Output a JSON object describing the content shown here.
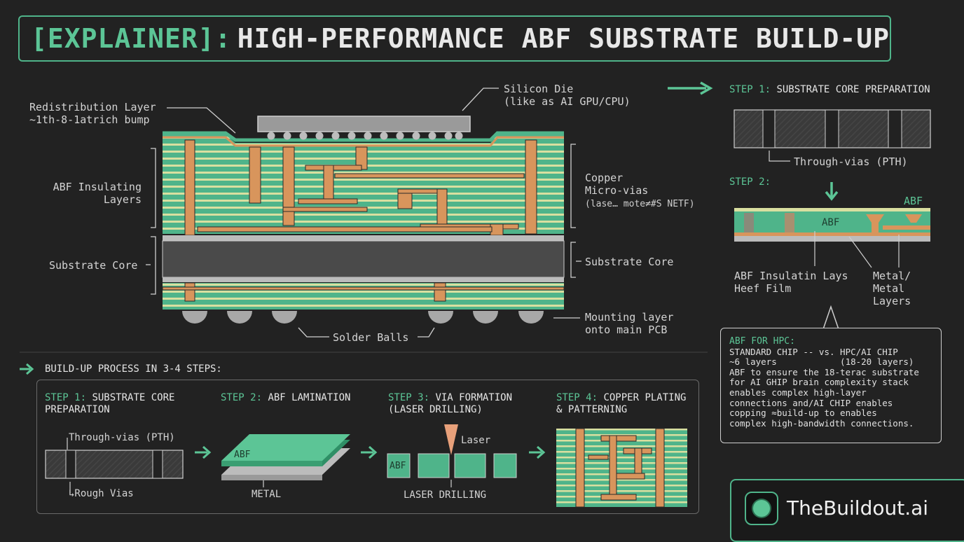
{
  "title": {
    "tag": "[EXPLAINER]:",
    "main": "HIGH-PERFORMANCE ABF SUBSTRATE BUILD-UP"
  },
  "main_diagram": {
    "silicon_die": [
      "Silicon Die",
      "(like as AI GPU/CPU)"
    ],
    "rdl": [
      "Redistribution Layer",
      "~1th-8-1atrich bump"
    ],
    "abf_layers": [
      "ABF Insulating",
      "Layers"
    ],
    "copper_vias": [
      "Copper",
      "Micro-vias",
      "(lase… mote≠#S NETF)"
    ],
    "substrate_core_left": "Substrate Core",
    "substrate_core_right": "Substrate Core",
    "mounting": [
      "Mounting layer",
      "onto main PCB"
    ],
    "solder_balls": "Solder Balls"
  },
  "right_panel": {
    "step1": {
      "num": "STEP 1:",
      "text": "SUBSTRATE CORE PREPARATION"
    },
    "through_vias": "Through-vias (PTH)",
    "step2": {
      "num": "STEP 2:"
    },
    "abf_top": "ABF",
    "abf_inner": "ABF",
    "abf_film": [
      "ABF Insulatin Lays",
      "Heef Film"
    ],
    "metal": [
      "Metal/",
      "Metal",
      "Layers"
    ]
  },
  "hpc_box": {
    "heading": "ABF FOR HPC:",
    "lines": [
      "STANDARD CHIP -- vs. HPC/AI CHIP",
      "~6 layers            (18-20 layers)",
      "ABF to ensure the 18-terac substrate",
      "for AI GHIP brain complexity stack",
      "enables complex high-layer",
      "connections and/AI CHIP enables",
      "copping ≈build-up to enables",
      "complex high-bandwidth connections."
    ]
  },
  "process": {
    "heading": "BUILD-UP PROCESS IN 3-4 STEPS:",
    "steps": [
      {
        "num": "STEP 1:",
        "text": "SUBSTRATE CORE",
        "text2": "PREPARATION"
      },
      {
        "num": "STEP 2:",
        "text": "ABF LAMINATION",
        "text2": ""
      },
      {
        "num": "STEP 3:",
        "text": "VIA FORMATION",
        "text2": "(LASER DRILLING)"
      },
      {
        "num": "STEP 4:",
        "text": "COPPER PLATING",
        "text2": "& PATTERNING"
      }
    ],
    "through_vias": "Through-vias (PTH)",
    "rough_vias": "↳Rough Vias",
    "abf": "ABF",
    "metal": "METAL",
    "laser": "Laser",
    "abf3": "ABF",
    "laser_drilling": "LASER DRILLING"
  },
  "brand": {
    "name": "TheBuildout.ai"
  },
  "colors": {
    "bg": "#222222",
    "accent": "#5cc596",
    "abf": "#4fb48a",
    "copper": "#d8955c",
    "stripe": "#d9dfa0",
    "core": "#4a4a4a"
  }
}
